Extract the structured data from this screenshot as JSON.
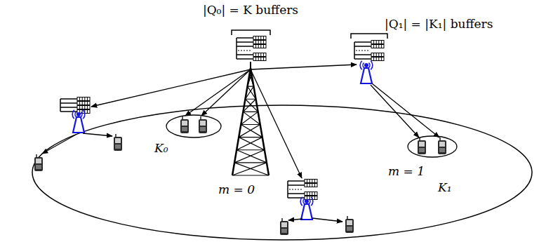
{
  "diagram": {
    "nodes": [
      {
        "text": [
          "K₀"
        ]
      },
      {
        "text": [
          "K₁"
        ]
      }
    ],
    "labels": [
      "|Q₀| = K buffers",
      "m = 0",
      "|Q₁| = |K₁| buffers",
      "m = 1"
    ]
  }
}
